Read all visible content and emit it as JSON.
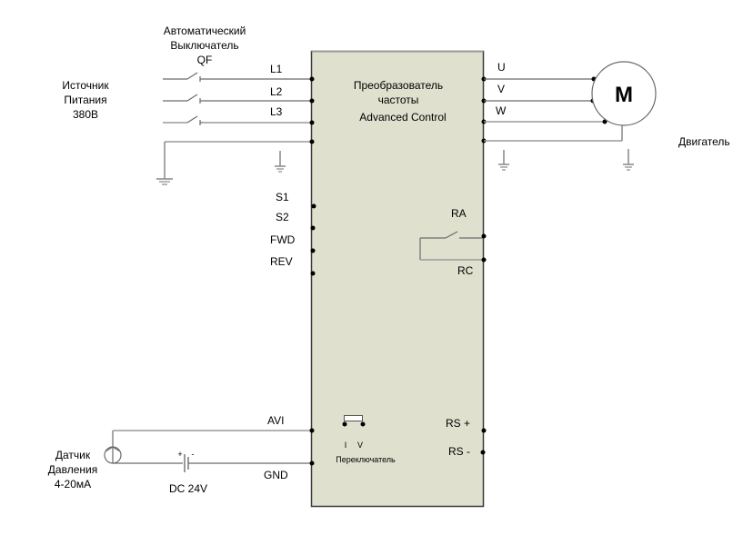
{
  "colors": {
    "converter_fill": "#dfe0ce",
    "converter_border": "#3a3a3a",
    "wire": "#6b6b6b",
    "background": "#ffffff"
  },
  "source": {
    "lines": [
      "Источник",
      "Питания",
      "380В"
    ]
  },
  "breaker": {
    "lines": [
      "Автоматический",
      "Выключатель",
      "QF"
    ]
  },
  "inputs": {
    "L1": "L1",
    "L2": "L2",
    "L3": "L3"
  },
  "converter": {
    "title_lines": [
      "Преобразователь",
      "частоты",
      "Advanced Control"
    ],
    "left_terminals": [
      "S1",
      "S2",
      "FWD",
      "REV",
      "AVI",
      "GND"
    ],
    "right_terminals": [
      "U",
      "V",
      "W",
      "RA",
      "RC",
      "RS +",
      "RS -"
    ],
    "switch": {
      "left_label": "I",
      "right_label": "V",
      "caption": "Переключатель"
    }
  },
  "motor": {
    "symbol": "M",
    "label": "Двигатель"
  },
  "sensor": {
    "lines": [
      "Датчик",
      "Давления",
      "4-20мА"
    ]
  },
  "battery": {
    "label": "DC 24V",
    "plus": "+",
    "minus": "-"
  }
}
